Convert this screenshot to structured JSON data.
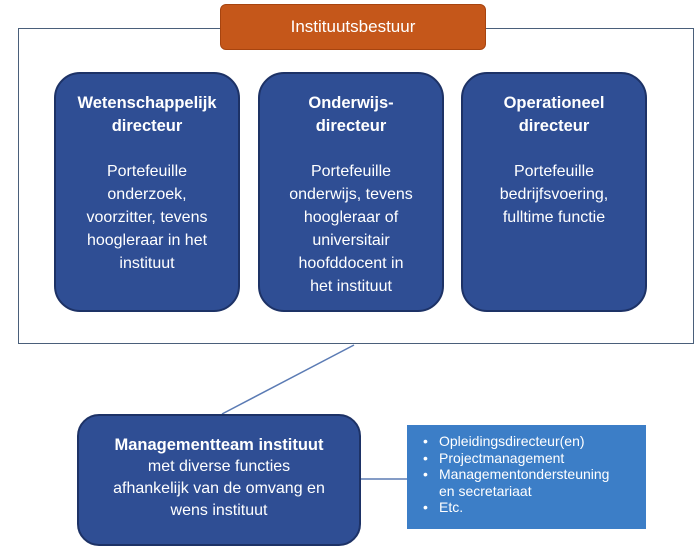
{
  "header": {
    "label": "Instituutsbestuur",
    "color": "#c5571a"
  },
  "directors": [
    {
      "title": "Wetenschappelijk\ndirecteur",
      "description": "Portefeuille\nonderzoek,\nvoorzitter, tevens\nhoogleraar in het\ninstituut"
    },
    {
      "title": "Onderwijs-\ndirecteur",
      "description": "Portefeuille\nonderwijs, tevens\nhoogleraar of\nuniversitair\nhoofddocent  in\nhet instituut"
    },
    {
      "title": "Operationeel\ndirecteur",
      "description": "Portefeuille\nbedrijfsvoering,\nfulltime functie"
    }
  ],
  "management_team": {
    "title": "Managementteam instituut",
    "description": "met diverse functies\nafhankelijk van de omvang en\nwens instituut"
  },
  "functions_list": {
    "items": [
      "Opleidingsdirecteur(en)",
      "Projectmanagement",
      "Managementondersteuning\nen secretariaat",
      "Etc."
    ]
  },
  "colors": {
    "box_fill": "#2f4e94",
    "list_fill": "#3c7ec7",
    "connector": "#5b7bb4"
  }
}
